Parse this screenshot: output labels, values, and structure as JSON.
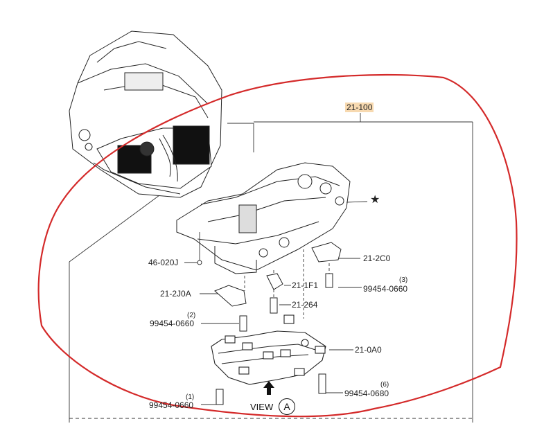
{
  "diagram": {
    "group_ref": "21-100",
    "marker": "★",
    "parts": [
      {
        "id": "lbl-46-020J",
        "text": "46-020J"
      },
      {
        "id": "lbl-21-2C0",
        "text": "21-2C0"
      },
      {
        "id": "lbl-21-1F1",
        "text": "21-1F1"
      },
      {
        "id": "lbl-21-2J0A",
        "text": "21-2J0A"
      },
      {
        "id": "lbl-21-264",
        "text": "21-264"
      },
      {
        "id": "lbl-21-0A0",
        "text": "21-0A0"
      }
    ],
    "bolts": [
      {
        "qty": "(3)",
        "code": "99454-0660"
      },
      {
        "qty": "(2)",
        "code": "99454-0660"
      },
      {
        "qty": "(1)",
        "code": "99454-0660"
      },
      {
        "qty": "(6)",
        "code": "99454-0680"
      }
    ],
    "view": {
      "label": "VIEW",
      "letter": "A"
    }
  },
  "colors": {
    "annotation": "#d42a2a",
    "highlight": "#f7d9b0",
    "line": "#333333"
  }
}
